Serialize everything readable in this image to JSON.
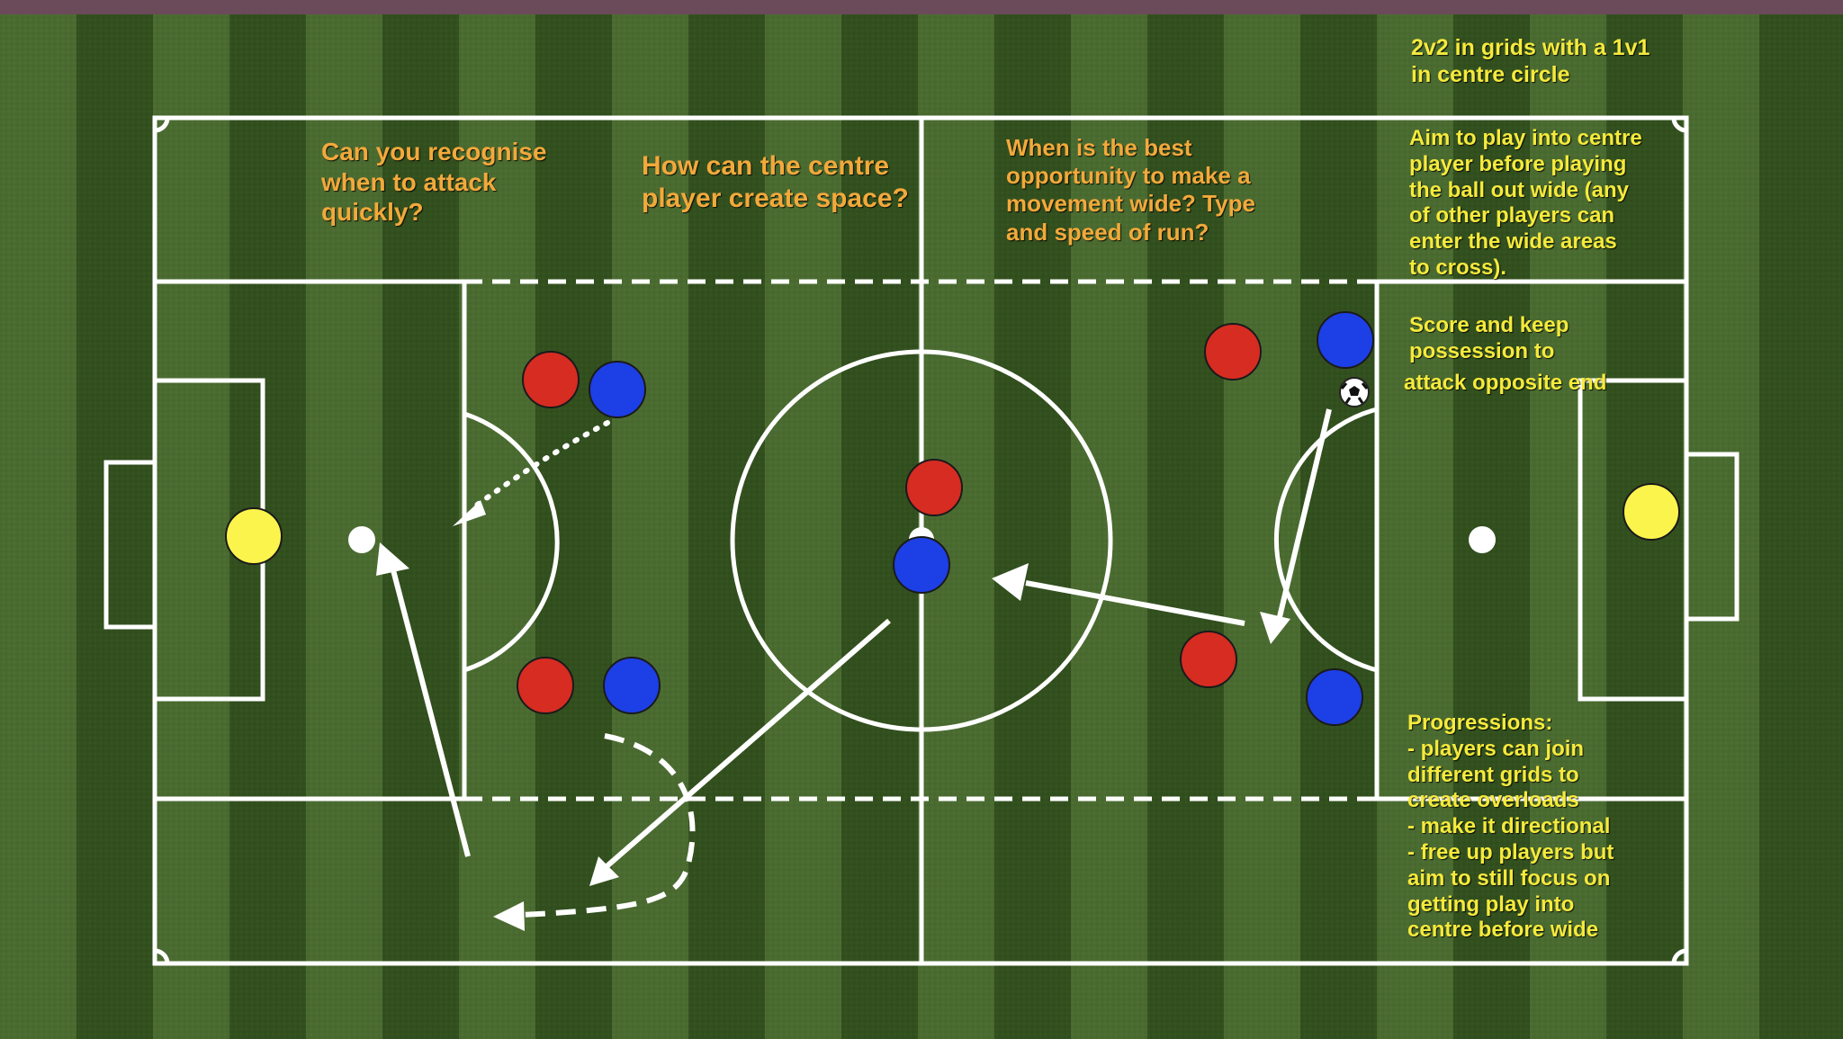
{
  "colors": {
    "question_text": "#f2a93b",
    "note_text": "#f5ea3c",
    "red_player": "#d62c22",
    "blue_player": "#1d3fe6",
    "keeper": "#fbf44d",
    "markings": "#ffffff",
    "top_bar": "#6b4a5a"
  },
  "questions": {
    "q1": [
      "Can you recognise",
      "when to attack",
      "quickly?"
    ],
    "q2": [
      "How can the centre",
      "player create space?"
    ],
    "q3": [
      "When is the best",
      "opportunity to make a",
      "movement wide? Type",
      "and speed of run?"
    ]
  },
  "notes": {
    "title": [
      "2v2 in grids with a 1v1",
      "in centre circle"
    ],
    "aim": [
      "Aim to play into centre",
      "player before playing",
      "the ball out wide (any",
      "of other players can",
      "enter the wide areas",
      "to cross)."
    ],
    "score": [
      "Score and keep",
      "possession to"
    ],
    "score_end": "attack opposite end",
    "progressions": [
      "Progressions:",
      "- players can join",
      "different grids to",
      "create overloads",
      "- make it directional",
      "- free up players but",
      "aim to still focus on",
      "getting play into",
      "centre before wide"
    ]
  },
  "players": {
    "keepers": [
      "keeper-left",
      "keeper-right"
    ],
    "red": [
      "red-1",
      "red-2",
      "red-3",
      "red-4",
      "red-5"
    ],
    "blue": [
      "blue-1",
      "blue-2",
      "blue-3",
      "blue-4",
      "blue-5"
    ]
  },
  "icons": {
    "ball": "football-icon"
  }
}
